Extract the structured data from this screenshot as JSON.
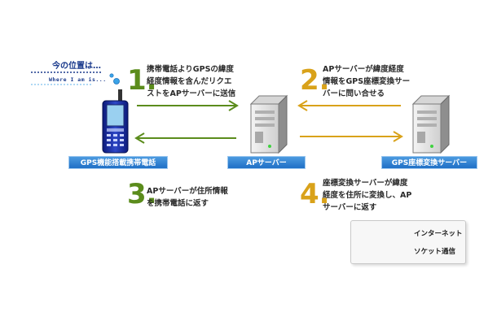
{
  "bubble": {
    "title": "今の位置は…",
    "subtitle": "Where I am is..."
  },
  "steps": [
    {
      "number": "1.",
      "lines": [
        "携帯電話よりGPSの緯度",
        "経度情報を含んだリクエ",
        "ストをAPサーバーに送信"
      ],
      "color": "#5b8c1c"
    },
    {
      "number": "2.",
      "lines": [
        "APサーバーが緯度経度",
        "情報をGPS座標変換サー",
        "バーに問い合せる"
      ],
      "color": "#d9a21a"
    },
    {
      "number": "3.",
      "lines": [
        "APサーバーが住所情報",
        "を携帯電話に返す"
      ],
      "color": "#5b8c1c"
    },
    {
      "number": "4.",
      "lines": [
        "座標変換サーバーが緯度",
        "経度を住所に変換し、AP",
        "サーバーに返す"
      ],
      "color": "#d9a21a"
    }
  ],
  "nodes": {
    "phone": "GPS機能搭載携帯電話",
    "ap_server": "APサーバー",
    "gps_server": "GPS座標変換サーバー"
  },
  "legend": {
    "internet": "インターネット",
    "socket": "ソケット通信"
  },
  "colors": {
    "internet": "#5b8c1c",
    "socket": "#d9a21a",
    "label_blue": "#2b7fd3"
  }
}
